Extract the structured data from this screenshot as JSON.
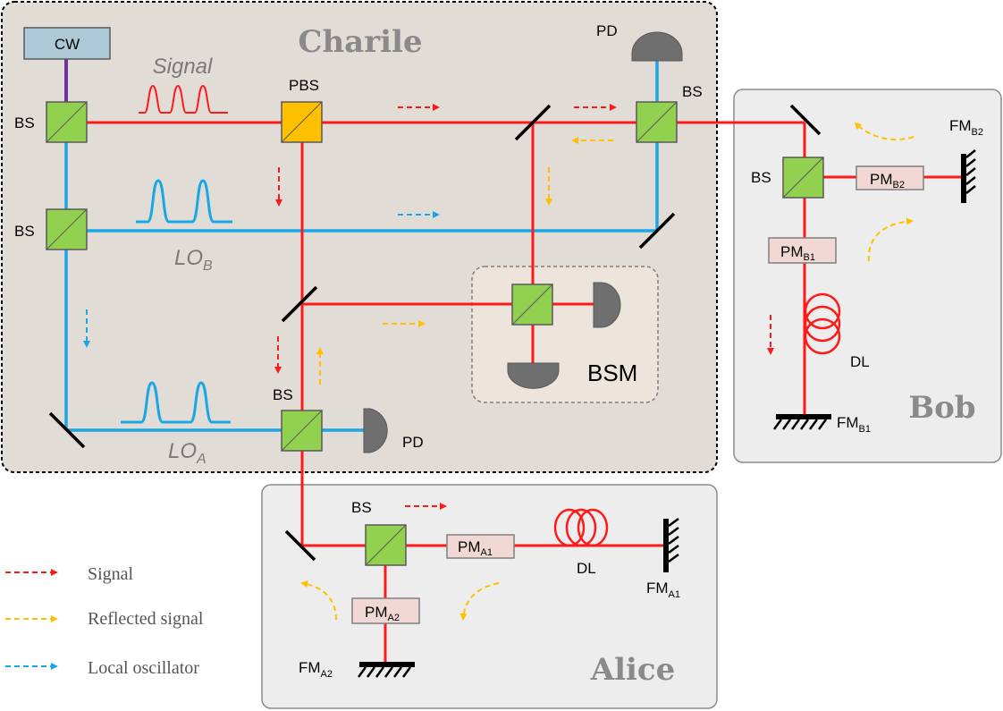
{
  "parties": {
    "charlie": "Charile",
    "bob": "Bob",
    "alice": "Alice"
  },
  "components": {
    "cw": "CW",
    "pbs": "PBS",
    "bs": "BS",
    "pd": "PD",
    "bsm": "BSM",
    "dl": "DL",
    "pm": "PM",
    "fm": "FM",
    "sub_a1": "A1",
    "sub_a2": "A2",
    "sub_b1": "B1",
    "sub_b2": "B2"
  },
  "pulses": {
    "signal": "Signal",
    "lo": "LO",
    "sub_a": "A",
    "sub_b": "B"
  },
  "legend": {
    "items": [
      {
        "label": "Signal",
        "color": "#ff1a1a"
      },
      {
        "label": "Reflected signal",
        "color": "#ffc000"
      },
      {
        "label": "Local oscillator",
        "color": "#1aa7e6"
      }
    ]
  },
  "colors": {
    "signal_beam": "#ff1a1a",
    "lo_beam": "#1aa7e6",
    "cw_fiber": "#7030a0",
    "beam_splitter": "#92d050",
    "polarizing_beam_splitter": "#ffc000",
    "phase_modulator": "#f2d8d5",
    "charlie_panel": "#e2dcd7",
    "party_panel": "#ededed"
  }
}
